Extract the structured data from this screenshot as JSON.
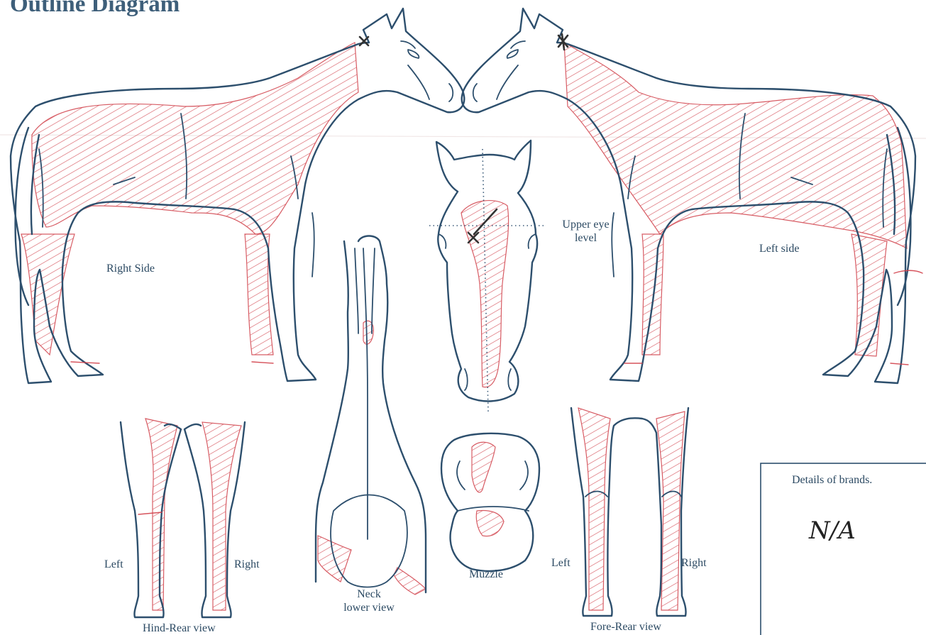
{
  "title": "Outline Diagram",
  "labels": {
    "right_side": "Right Side",
    "left_side": "Left side",
    "upper_eye_level": [
      "Upper eye",
      "level"
    ],
    "neck_lower_view": [
      "Neck",
      "lower view"
    ],
    "muzzle": "Muzzle",
    "hind_rear_view": "Hind-Rear view",
    "fore_rear_view": "Fore-Rear view",
    "hind_left": "Left",
    "hind_right": "Right",
    "fore_left": "Left",
    "fore_right": "Right",
    "brands_heading": "Details of brands.",
    "brands_value": "N/A"
  },
  "colors": {
    "outline": "#2d4f6d",
    "markings": "#d1404a",
    "title": "#3e5f7a"
  }
}
